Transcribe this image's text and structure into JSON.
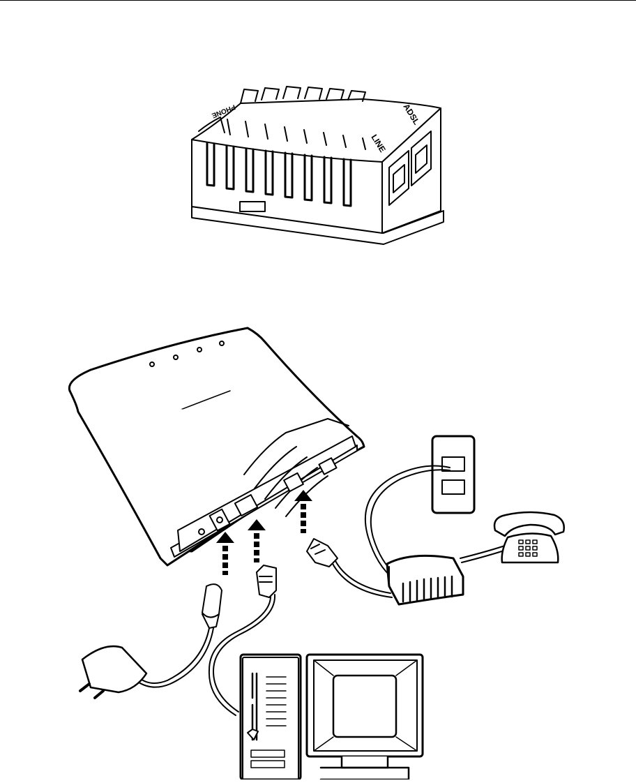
{
  "splitter_labels": {
    "phone": "PHONE",
    "adsl": "ADSL",
    "line": "LINE"
  }
}
